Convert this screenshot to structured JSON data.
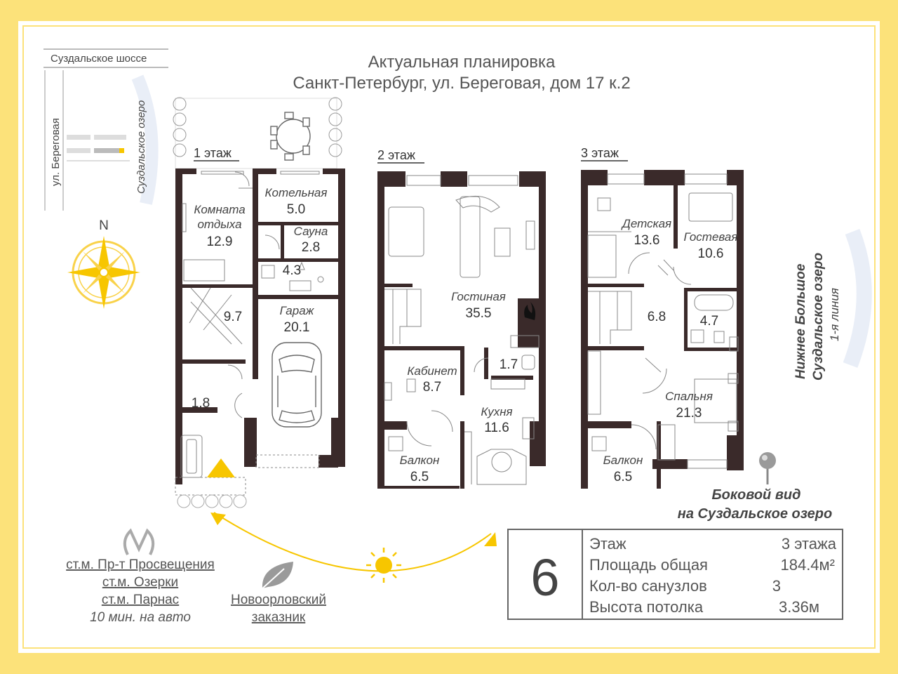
{
  "header": {
    "title": "Актуальная планировка",
    "address": "Санкт-Петербург, ул. Береговая, дом 17 к.2"
  },
  "location_map": {
    "road_top": "Суздальское шоссе",
    "street_left": "ул. Береговая",
    "lake_label": "Суздальское озеро",
    "north_label": "N"
  },
  "floors": {
    "f1": {
      "label": "1 этаж",
      "rooms": [
        {
          "name": "Котельная",
          "area": "5.0"
        },
        {
          "name": "Комната отдыха",
          "name_line1": "Комната",
          "name_line2": "отдыха",
          "area": "12.9"
        },
        {
          "name": "Сауна",
          "area": "2.8"
        },
        {
          "name": "",
          "area": "4.3"
        },
        {
          "name": "",
          "area": "9.7"
        },
        {
          "name": "Гараж",
          "area": "20.1"
        },
        {
          "name": "",
          "area": "1.8"
        }
      ]
    },
    "f2": {
      "label": "2 этаж",
      "rooms": [
        {
          "name": "Гостиная",
          "area": "35.5"
        },
        {
          "name": "Кабинет",
          "area": "8.7"
        },
        {
          "name": "",
          "area": "1.7"
        },
        {
          "name": "Кухня",
          "area": "11.6"
        },
        {
          "name": "Балкон",
          "area": "6.5"
        }
      ]
    },
    "f3": {
      "label": "3 этаж",
      "rooms": [
        {
          "name": "Детская",
          "area": "13.6"
        },
        {
          "name": "Гостевая",
          "area": "10.6"
        },
        {
          "name": "",
          "area": "6.8"
        },
        {
          "name": "",
          "area": "4.7"
        },
        {
          "name": "Спальня",
          "area": "21.3"
        },
        {
          "name": "Балкон",
          "area": "6.5"
        }
      ]
    }
  },
  "side_view": {
    "lake_line1": "Нижнее Большое",
    "lake_line2": "Суздальское озеро",
    "lake_line3": "1-я линия",
    "caption_line1": "Боковой вид",
    "caption_line2": "на Суздальское озеро"
  },
  "nearby": {
    "metro": [
      "ст.м. Пр-т Просвещения",
      "ст.м. Озерки",
      "ст.м. Парнас"
    ],
    "metro_time": "10 мин. на авто",
    "reserve_line1": "Новоорловский",
    "reserve_line2": "заказник"
  },
  "specs": {
    "number": "6",
    "rows": [
      {
        "label": "Этаж",
        "value": "3 этажа"
      },
      {
        "label": "Площадь общая",
        "value": "184.4м²"
      },
      {
        "label": "Кол-во санузлов",
        "value": "3"
      },
      {
        "label": "Высота потолка",
        "value": "3.36м"
      }
    ]
  },
  "colors": {
    "frame": "#fce27a",
    "wall": "#3a2a2a",
    "accent": "#f7c600",
    "text": "#444444"
  }
}
